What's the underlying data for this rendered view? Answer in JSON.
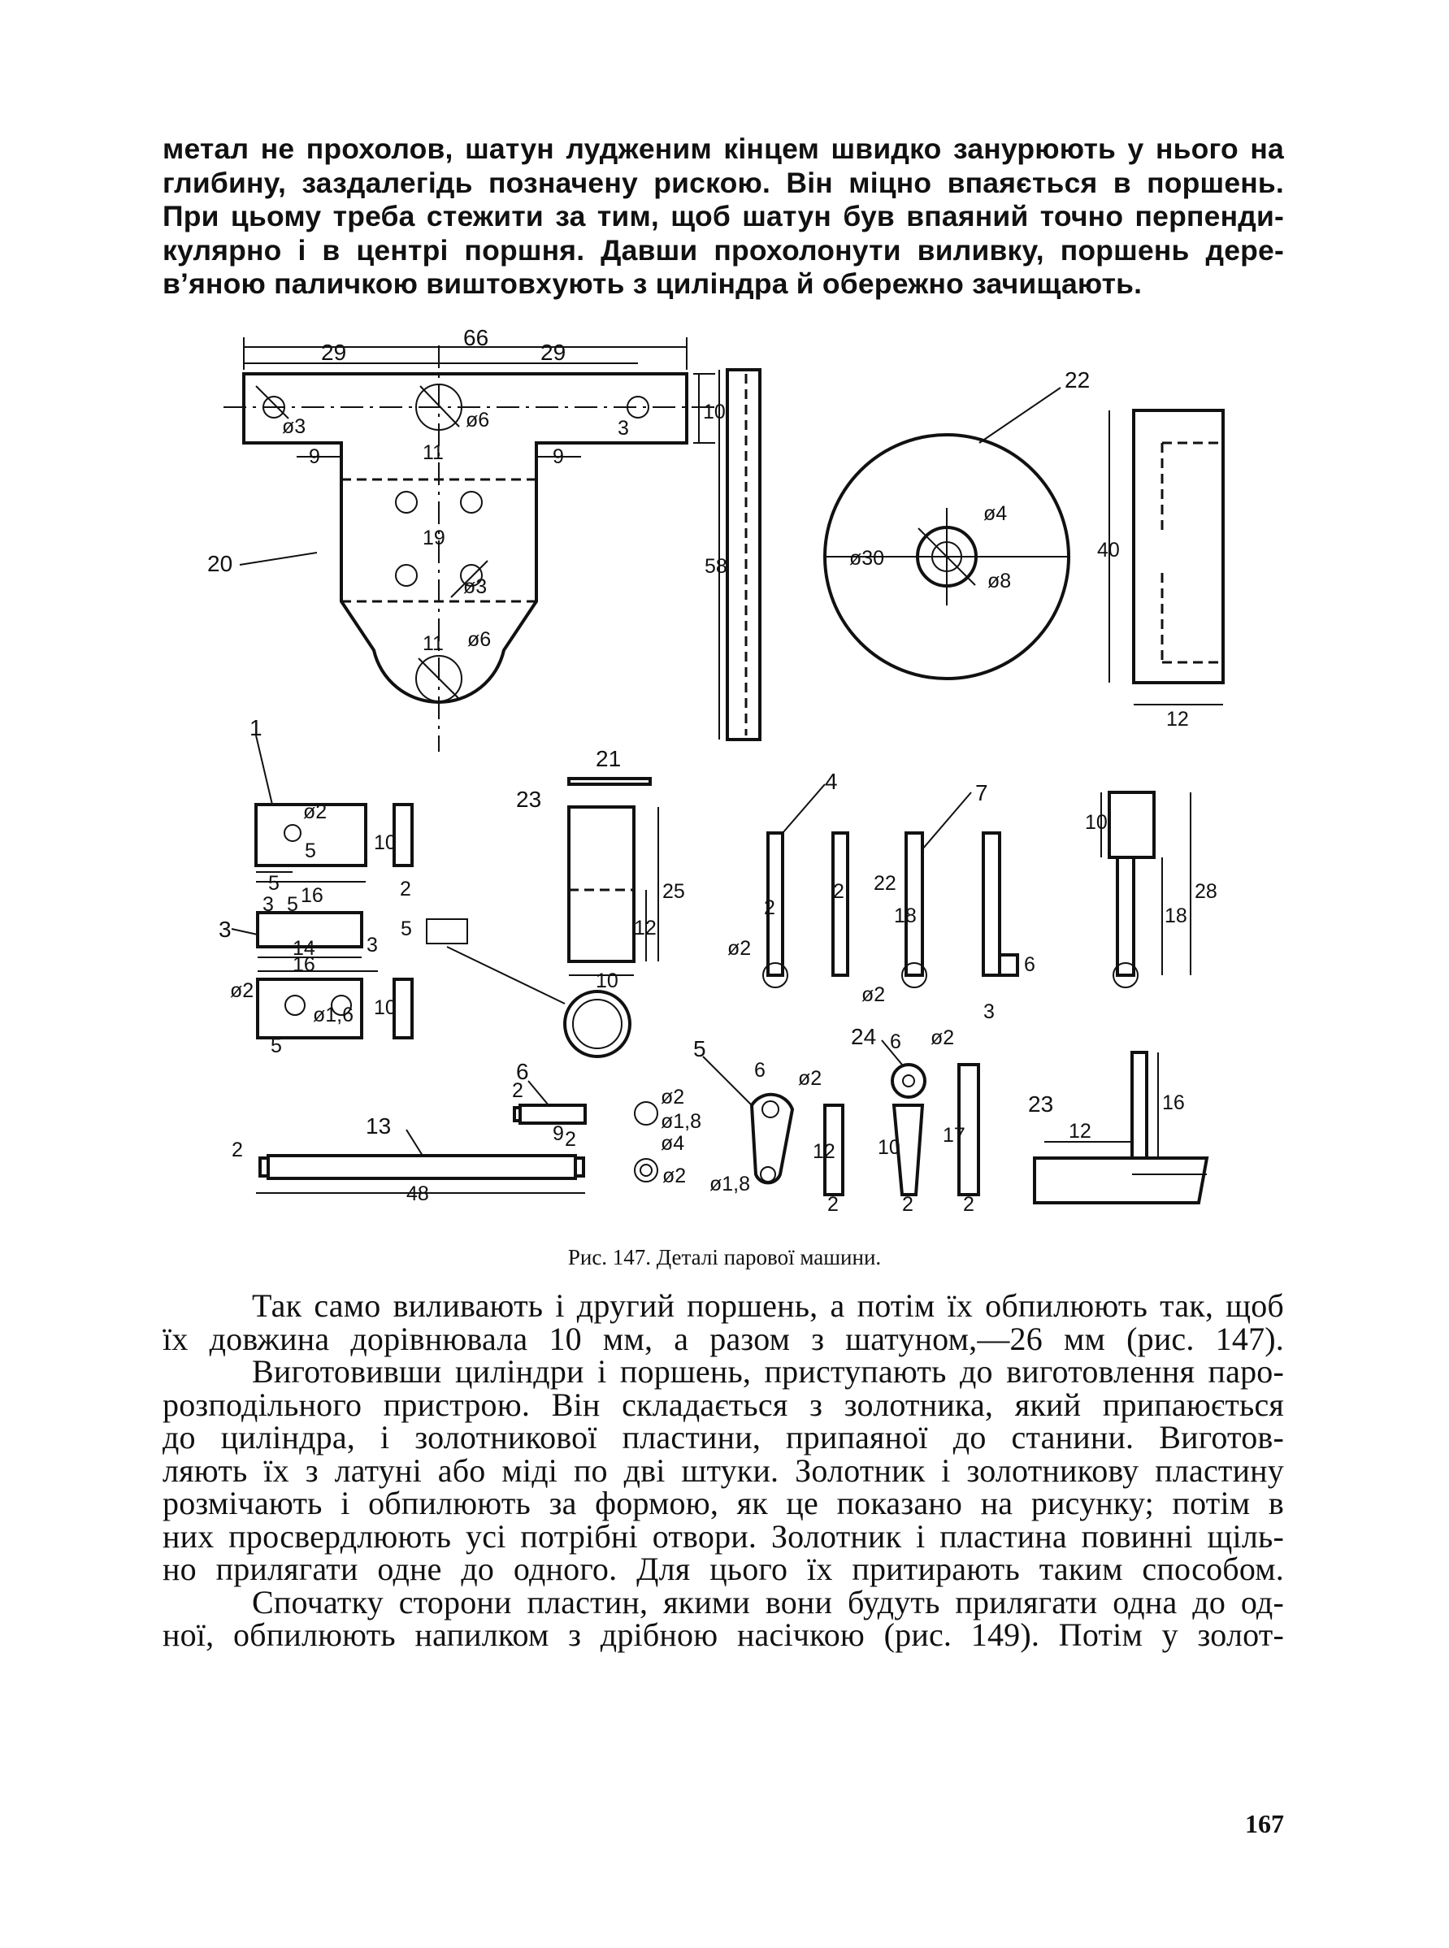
{
  "top_paragraph": {
    "lines": [
      "метал не прохолов, шатун луджeним кінцем швидко занурюють у нього на",
      "глибину, заздалегідь позначену рискою. Він міцно впаяється в поршень.",
      "При цьому треба стежити за тим, щоб шатун був впаяний точно перпенди-",
      "кулярно і в центрі поршня. Давши прохолонути виливку, поршень дере-",
      "в’яною паличкою виштовхують з циліндра й обережно зачищають."
    ]
  },
  "figure": {
    "caption": "Рис. 147. Деталі парової машини.",
    "part_numbers": [
      "20",
      "22",
      "1",
      "3",
      "21",
      "23",
      "4",
      "7",
      "13",
      "6",
      "5",
      "24",
      "23"
    ],
    "dimensions": {
      "bracket": [
        "66",
        "29",
        "29",
        "ø3",
        "ø6",
        "3",
        "10",
        "9",
        "9",
        "11",
        "19",
        "ø3",
        "11",
        "ø6",
        "58"
      ],
      "disc": [
        "ø4",
        "ø30",
        "ø8",
        "40",
        "12"
      ],
      "part1": [
        "ø2",
        "5",
        "10",
        "5",
        "16",
        "2"
      ],
      "part3": [
        "3",
        "5",
        "5",
        "3",
        "14",
        "16",
        "ø2",
        "ø1,6",
        "10",
        "5"
      ],
      "part21_23": [
        "21",
        "25",
        "12",
        "10"
      ],
      "part4_7": [
        "2",
        "2",
        "ø2",
        "22",
        "18",
        "ø2",
        "6",
        "3"
      ],
      "right_part": [
        "10",
        "28",
        "18"
      ],
      "part13": [
        "2",
        "2",
        "48"
      ],
      "part6": [
        "2",
        "9",
        "ø2",
        "ø1,8",
        "ø4",
        "ø2"
      ],
      "part5_24": [
        "6",
        "ø2",
        "12",
        "ø1,8",
        "6",
        "ø2",
        "10",
        "17",
        "2",
        "2",
        "2"
      ],
      "part23b": [
        "12",
        "16"
      ]
    }
  },
  "bottom_paragraph": {
    "lines": [
      "Так само виливають і другий поршень, а потім їх обпилюють так, щоб",
      "їх довжина дорівнювала 10 мм, а разом з шатуном,—26 мм (рис. 147).",
      "Виготовивши циліндри і поршень, приступають до виготовлення паро-",
      "розподільного пристрою. Він складається з золотника, який припаюється",
      "до циліндра, і золотникової пластини, припаяної до станини. Виготов-",
      "ляють їх з латуні або міді по дві штуки. Золотник і золотникову пластину",
      "розмічають і обпилюють за формою, як це показано на рисунку; потім в",
      "них просвердлюють усі потрібні отвори. Золотник і пластина повинні щіль-",
      "но прилягати одне до одного. Для цього їх притирають таким способом.",
      "Спочатку сторони пластин, якими вони будуть прилягати одна до од-",
      "ної, обпилюють напилком з дрібною насічкою (рис. 149). Потім у золот-"
    ]
  },
  "page_number": "167"
}
